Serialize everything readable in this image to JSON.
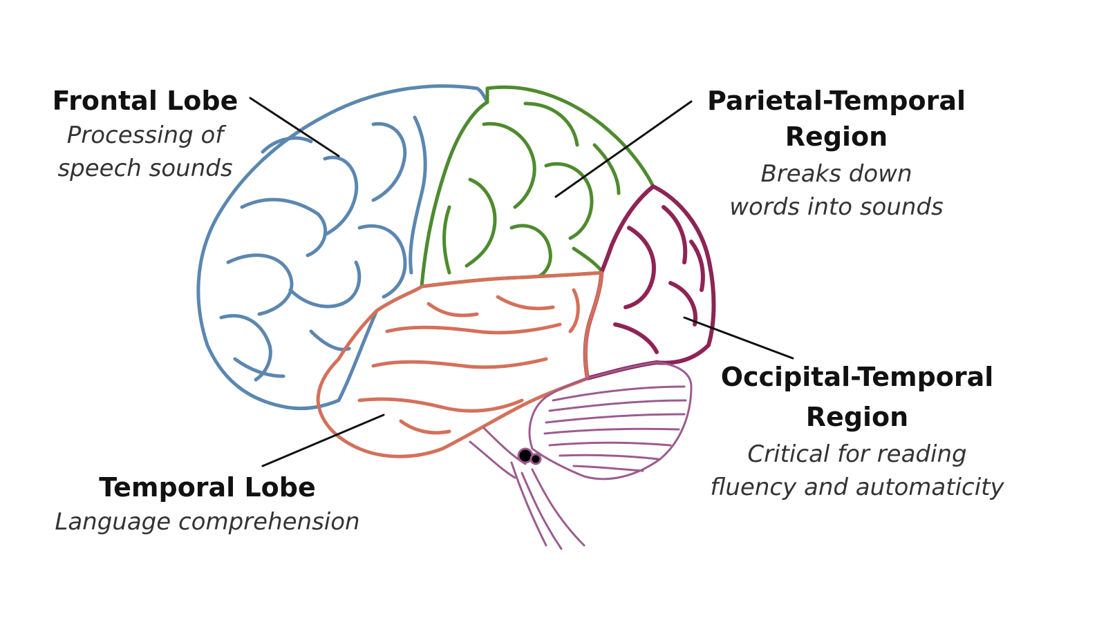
{
  "colors": {
    "frontal": "#5b87b0",
    "parietal": "#4e8b2e",
    "temporal": "#d4705a",
    "occipital": "#8e2456",
    "cerebellum": "#9c5b8f",
    "pointer": "#111111"
  },
  "labels": {
    "frontal": {
      "title": "Frontal Lobe",
      "desc_line1": "Processing of",
      "desc_line2": "speech sounds"
    },
    "parietal": {
      "title_line1": "Parietal-Temporal",
      "title_line2": "Region",
      "desc_line1": "Breaks down",
      "desc_line2": "words into sounds"
    },
    "occipital": {
      "title_line1": "Occipital-Temporal",
      "title_line2": "Region",
      "desc_line1": "Critical for reading",
      "desc_line2": "fluency and automaticity"
    },
    "temporal": {
      "title": "Temporal Lobe",
      "desc": "Language comprehension"
    }
  }
}
